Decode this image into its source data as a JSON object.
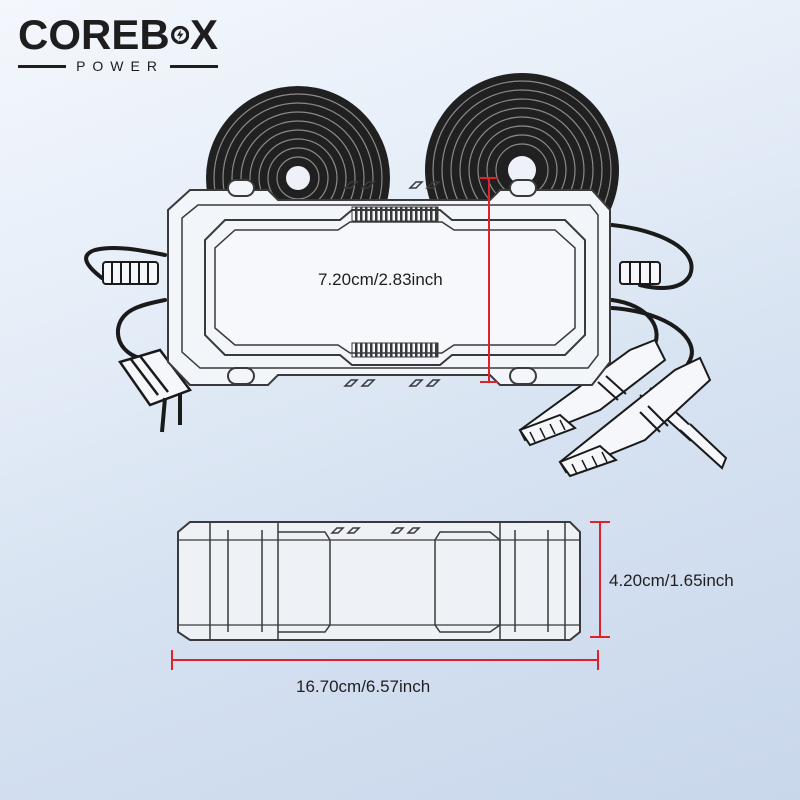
{
  "brand": {
    "name_part1": "COREB",
    "name_part2": "X",
    "sub": "POWER"
  },
  "dimensions": {
    "height": "7.20cm/2.83inch",
    "depth": "4.20cm/1.65inch",
    "width": "16.70cm/6.57inch"
  },
  "colors": {
    "dimension_line": "#e0202a",
    "outline": "#3a3a3a",
    "cable": "#1a1a1a"
  }
}
